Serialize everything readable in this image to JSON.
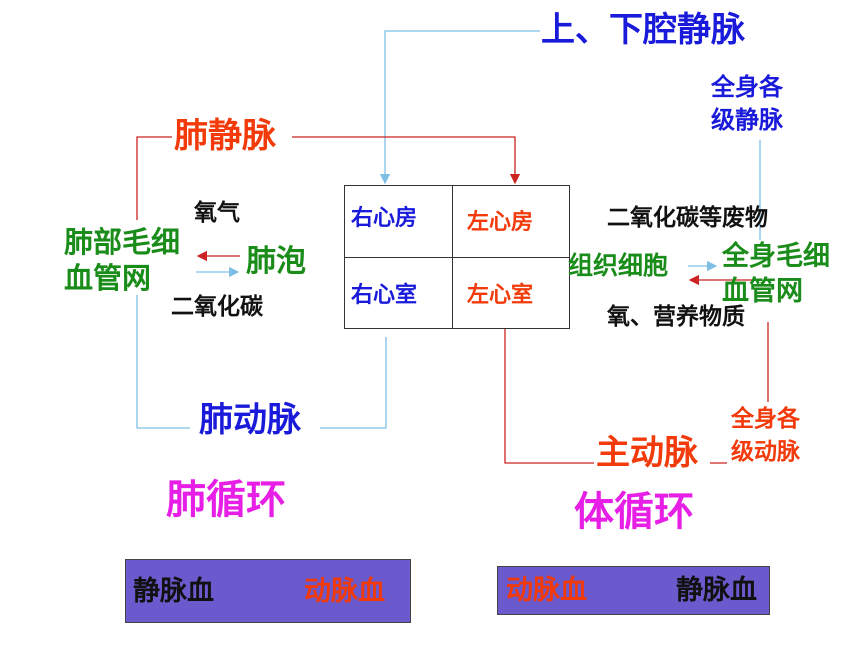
{
  "colors": {
    "blue": "#1a1adb",
    "red": "#f23a0a",
    "green": "#1a8c1a",
    "black": "#111111",
    "magenta": "#e61ee6",
    "pulmonary_line": "#7fbfe6",
    "systemic_line": "#cc2222",
    "box_fill": "#6a5acd"
  },
  "labels": {
    "vena_cava": "上、下腔静脉",
    "body_veins": [
      "全身各",
      "级静脉"
    ],
    "pulmonary_vein": "肺静脉",
    "oxygen": "氧气",
    "lung_capillary": [
      "肺部毛细",
      "血管网"
    ],
    "alveoli": "肺泡",
    "co2": "二氧化碳",
    "pulmonary_artery": "肺动脉",
    "pulmonary_circulation": "肺循环",
    "co2_waste": "二氧化碳等废物",
    "tissue_cells": "组织细胞",
    "body_capillary": [
      "全身毛细",
      "血管网"
    ],
    "oxygen_nutrients": "氧、营养物质",
    "body_arteries": [
      "全身各",
      "级动脉"
    ],
    "aorta": "主动脉",
    "systemic_circulation": "体循环"
  },
  "heart": {
    "right_atrium": "右心房",
    "left_atrium": "左心房",
    "right_ventricle": "右心室",
    "left_ventricle": "左心室"
  },
  "legend_boxes": [
    {
      "from": "静脉血",
      "to": "动脉血"
    },
    {
      "from": "动脉血",
      "to": "静脉血"
    }
  ]
}
